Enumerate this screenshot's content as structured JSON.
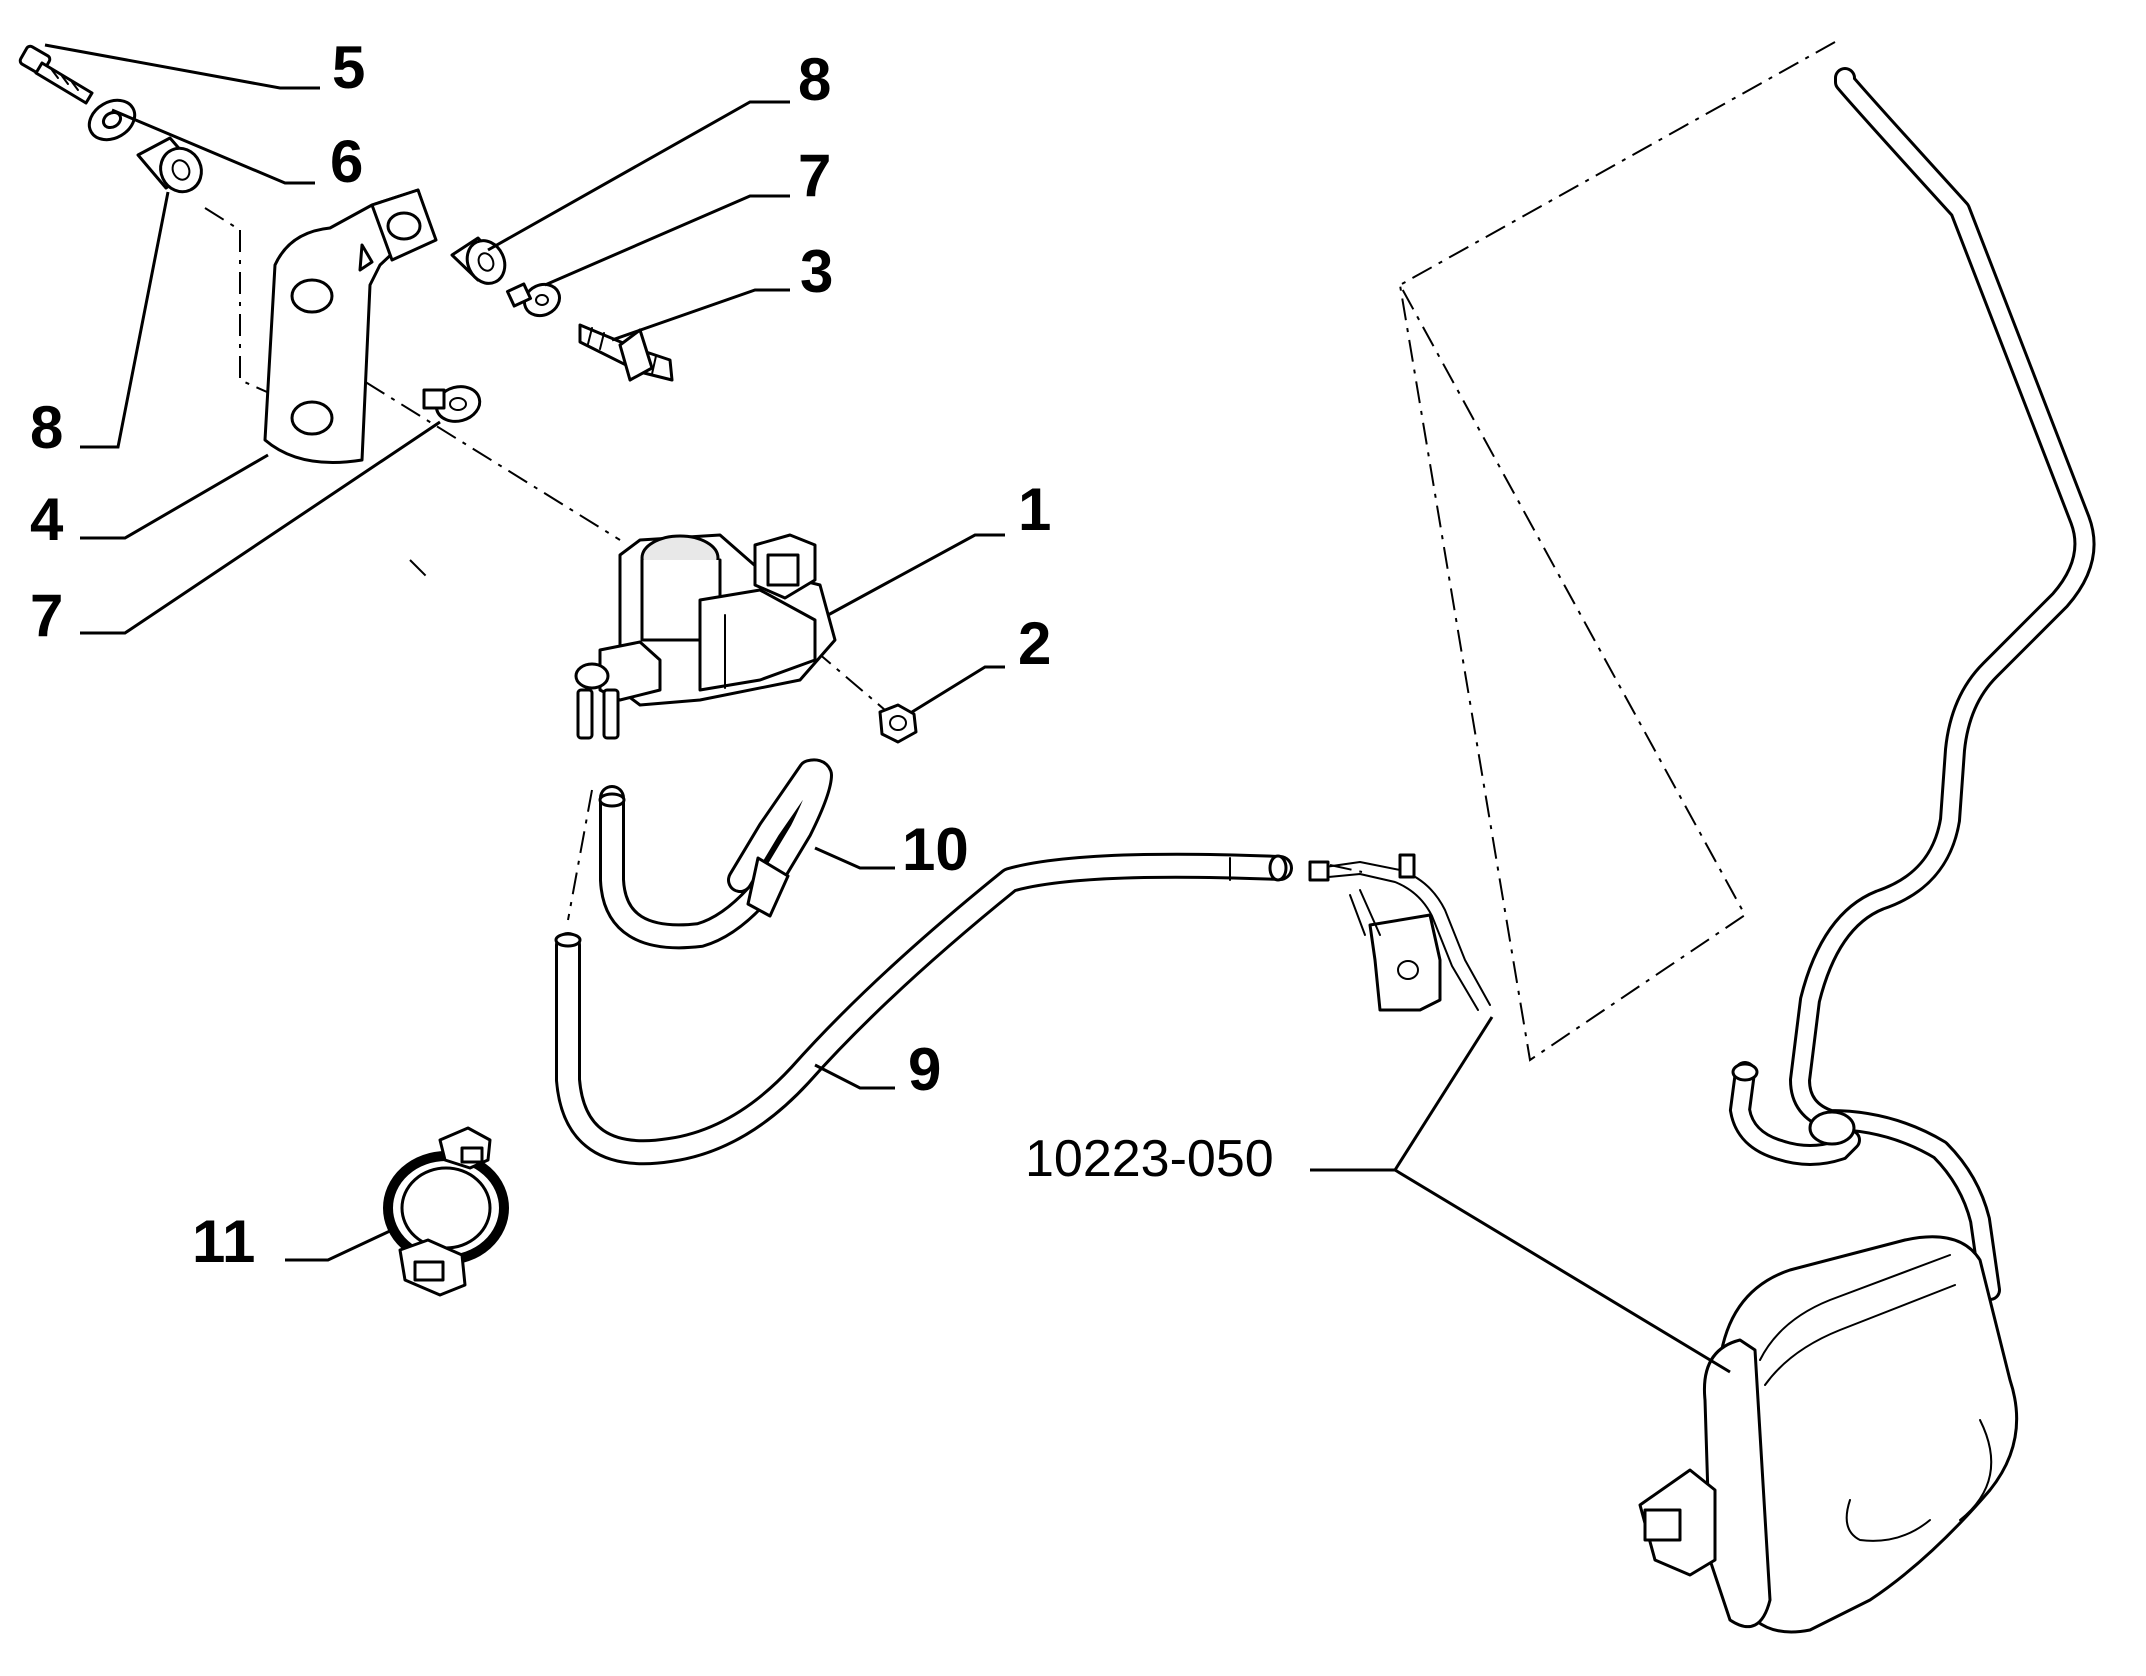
{
  "diagram": {
    "callouts": {
      "c1": "1",
      "c2": "2",
      "c3": "3",
      "c4": "4",
      "c5": "5",
      "c6": "6",
      "c7_top": "7",
      "c7_bottom": "7",
      "c8_top": "8",
      "c8_left": "8",
      "c9": "9",
      "c10": "10",
      "c11": "11"
    },
    "reference": "10223-050"
  }
}
